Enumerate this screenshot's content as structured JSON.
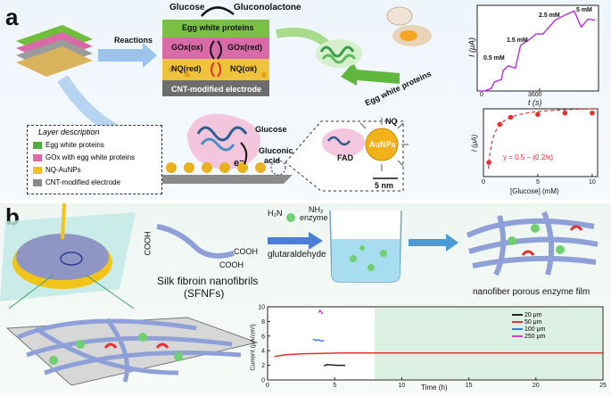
{
  "panel_a": {
    "letter": "a",
    "labels": {
      "glucose_top": "Glucose",
      "gluconolactone": "Gluconolactone",
      "reactions": "Reactions",
      "egg_white_layer": "Egg white proteins",
      "gox_ox": "GOx(ox)",
      "gox_red": "GOx(red)",
      "nq_red": "NQ(red)",
      "nq_ox": "NQ(ox)",
      "cnt_electrode": "CNT-modified electrode",
      "egg_white_arrow": "Egg white proteins",
      "glucose_mid": "Glucose",
      "gluconic": "Gluconic",
      "acid": "acid",
      "electron": "e⁻",
      "fad": "FAD",
      "aunps": "AuNPs",
      "nq": "NQ",
      "scale": "5 nm"
    },
    "legend": {
      "title": "Layer description",
      "items": [
        {
          "label": "Egg white proteins",
          "color": "#4caf3a"
        },
        {
          "label": "GOx with egg white proteins",
          "color": "#e06aa8"
        },
        {
          "label": "NQ-AuNPs",
          "color": "#f2c21b"
        },
        {
          "label": "CNT-modified electrode",
          "color": "#8a8a8a"
        }
      ]
    },
    "colors": {
      "trace": "#b43ce0",
      "fit_line": "#e53030",
      "points": "#e53030"
    }
  },
  "panel_b": {
    "letter": "b",
    "labels": {
      "cooh1": "COOH",
      "cooh2": "COOH",
      "cooh3": "COOH",
      "enzyme": "enzyme",
      "h2n": "H₂N",
      "nh2": "NH₂",
      "glutaraldehyde": "glutaraldehyde",
      "silk_line1": "Silk fibroin nanofibrils",
      "silk_line2": "(SFNFs)",
      "film": "nanofiber porous enzyme film"
    }
  },
  "chart_data": [
    {
      "type": "line",
      "xlabel": "t (s)",
      "ylabel": "I (μA)",
      "x_ticks": [
        0,
        3600
      ],
      "annotations": [
        "0.5 mM",
        "1.5 mM",
        "2.5 mM",
        "5 mM"
      ],
      "series": [
        {
          "x": [
            0,
            400,
            800,
            1000,
            1400,
            1500,
            1800,
            2200,
            2500,
            3000,
            3400,
            3800,
            4500,
            5000,
            5600,
            6000,
            6400,
            6800
          ],
          "y": [
            0.0,
            0.0,
            0.02,
            0.08,
            0.1,
            0.18,
            0.22,
            0.2,
            0.4,
            0.45,
            0.5,
            0.5,
            0.62,
            0.66,
            0.7,
            0.56,
            0.63,
            0.62
          ]
        }
      ],
      "grid": false
    },
    {
      "type": "scatter",
      "xlabel": "[Glucose] (mM)",
      "ylabel": "I (μA)",
      "annotation": "y = 0.5 − (0.2/x)",
      "x_ticks": [
        0,
        5,
        10
      ],
      "xlim": [
        0,
        10.5
      ],
      "ylim": [
        0,
        0.48
      ],
      "x": [
        0.5,
        1.5,
        2.5,
        5,
        7.5,
        10
      ],
      "y": [
        0.1,
        0.37,
        0.42,
        0.44,
        0.45,
        0.45
      ],
      "fit": {
        "type": "line",
        "equation": "y = 0.5 − (0.2/x)"
      }
    },
    {
      "type": "line",
      "xlabel": "Time (h)",
      "ylabel": "Current (μA/cm²)",
      "xlim": [
        0,
        25
      ],
      "ylim": [
        0,
        10
      ],
      "x_ticks": [
        0,
        5,
        10,
        15,
        20,
        25
      ],
      "y_ticks": [
        0,
        2,
        4,
        6,
        8,
        10
      ],
      "legend_position": "top-right",
      "series": [
        {
          "name": "20 μm",
          "color": "#222222",
          "x": [
            4.2,
            4.4,
            5.2,
            5.5,
            5.8
          ],
          "y": [
            1.9,
            2.1,
            2.0,
            2.0,
            2.0
          ]
        },
        {
          "name": "50 μm",
          "color": "#e53030",
          "x": [
            0.5,
            1.2,
            1.8,
            3.0,
            3.3,
            5.8,
            8,
            10,
            15,
            20,
            25
          ],
          "y": [
            3.2,
            3.4,
            3.5,
            3.6,
            3.6,
            3.7,
            3.7,
            3.7,
            3.7,
            3.7,
            3.7
          ]
        },
        {
          "name": "100 μm",
          "color": "#3a7de0",
          "x": [
            3.4,
            3.6,
            3.8,
            4.0,
            4.2
          ],
          "y": [
            5.6,
            5.4,
            5.5,
            5.3,
            5.4
          ]
        },
        {
          "name": "250 μm",
          "color": "#d040d0",
          "x": [
            3.8,
            3.9,
            4.0,
            4.1
          ],
          "y": [
            9.2,
            9.5,
            9.3,
            9.0
          ]
        }
      ]
    }
  ]
}
